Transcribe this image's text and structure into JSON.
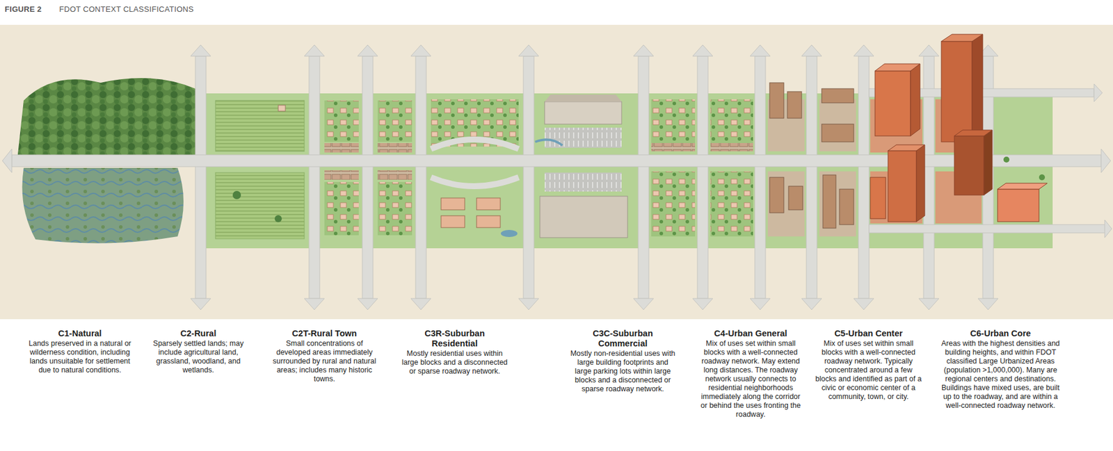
{
  "diagram": {
    "title": "FDOT CONTEXT CLASSIFICATIONS",
    "nodes": [
      {
        "text": [
          "C1-Natural",
          "Lands preserved in a natural or wilderness condition, including lands unsuitable for settlement due to natural conditions."
        ]
      },
      {
        "text": [
          "C2-Rural",
          "Sparsely settled lands; may include agricultural land, grassland, woodland, and wetlands."
        ]
      },
      {
        "text": [
          "C2T-Rural Town",
          "Small concentrations of developed areas immediately surrounded by rural and natural areas; includes many historic towns."
        ]
      },
      {
        "text": [
          "C3R-Suburban Residential",
          "Mostly residential uses within large blocks and a disconnected or sparse roadway network."
        ]
      },
      {
        "text": [
          "C3C-Suburban Commercial",
          "Mostly non-residential uses with large building footprints and large parking lots within large blocks and a disconnected or sparse roadway network."
        ]
      },
      {
        "text": [
          "C4-Urban General",
          "Mix of uses set within small blocks with a well-connected roadway network. May extend long distances. The roadway network usually connects to residential neighborhoods immediately along the corridor or behind the uses fronting the roadway."
        ]
      },
      {
        "text": [
          "C5-Urban Center",
          "Mix of uses set within small blocks with a well-connected roadway network. Typically concentrated around a few blocks and identified as part of a civic or economic center of a community, town, or city."
        ]
      },
      {
        "text": [
          "C6-Urban Core",
          "Areas with the highest densities and building heights, and within FDOT classified Large Urbanized Areas (population >1,000,000). Many are regional centers and destinations. Buildings have mixed uses, are built up to the roadway, and are within a well-connected roadway network."
        ]
      }
    ],
    "labels": [
      "FIGURE 2"
    ]
  }
}
